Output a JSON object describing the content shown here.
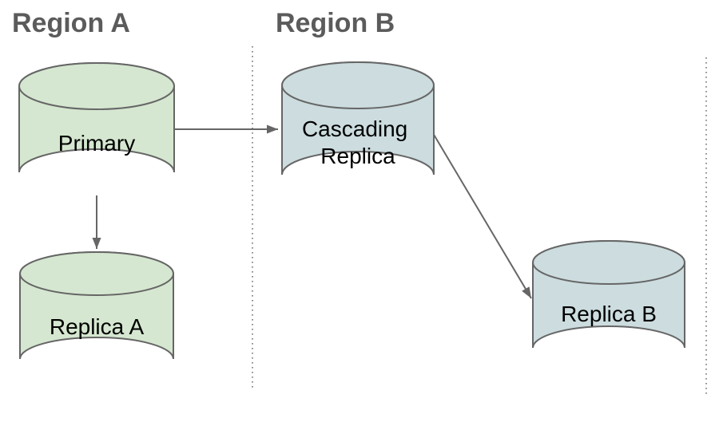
{
  "diagram": {
    "regions": [
      {
        "label": "Region A"
      },
      {
        "label": "Region B"
      }
    ],
    "nodes": [
      {
        "id": "primary",
        "region": "Region A",
        "shape": "database-cylinder",
        "fill": "#d5e7d0",
        "label": "Primary",
        "label_lines": [
          "Primary"
        ]
      },
      {
        "id": "replica-a",
        "region": "Region A",
        "shape": "database-cylinder",
        "fill": "#d5e7d0",
        "label": "Replica A",
        "label_lines": [
          "Replica A"
        ]
      },
      {
        "id": "cascading-replica",
        "region": "Region B",
        "shape": "database-cylinder",
        "fill": "#ccdcdf",
        "label": "Cascading Replica",
        "label_lines": [
          "Cascading",
          "Replica"
        ]
      },
      {
        "id": "replica-b",
        "region": "Region B",
        "shape": "database-cylinder",
        "fill": "#ccdcdf",
        "label": "Replica B",
        "label_lines": [
          "Replica B"
        ]
      }
    ],
    "edges": [
      {
        "from": "primary",
        "to": "cascading-replica",
        "style": "solid-arrow"
      },
      {
        "from": "primary",
        "to": "replica-a",
        "style": "solid-arrow"
      },
      {
        "from": "cascading-replica",
        "to": "replica-b",
        "style": "solid-arrow"
      }
    ],
    "colors": {
      "node_green_fill": "#d5e7d0",
      "node_blue_fill": "#ccdcdf",
      "shape_stroke": "#666666",
      "arrow": "#666666",
      "region_label_text": "#5b5b5b",
      "node_label_text": "#000000",
      "divider": "#757575",
      "background": "#ffffff"
    }
  }
}
